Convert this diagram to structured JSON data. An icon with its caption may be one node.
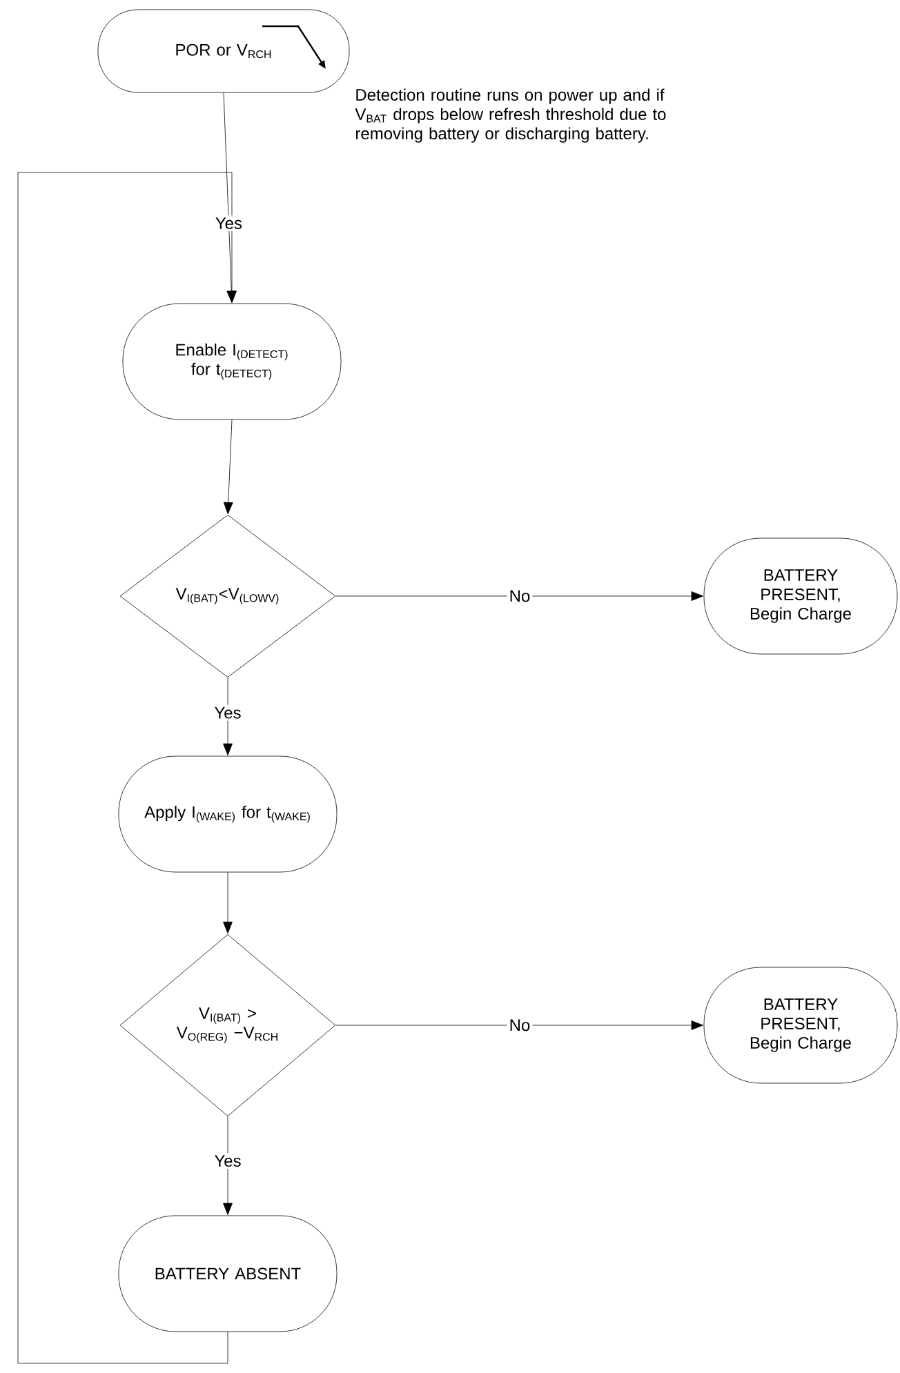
{
  "diagram": {
    "nodes": [
      {
        "text": [
          "POR or V$_{RCH}$"
        ]
      },
      {
        "text": [
          "Enable I$_{(DETECT)}$ for t$_{(DETECT)}$"
        ]
      },
      {
        "text": [
          "V$_{I(BAT)}$<V$_{(LOWV)}$"
        ]
      },
      {
        "text": [
          "BATTERY PRESENT, Begin Charge"
        ]
      },
      {
        "text": [
          "Apply I$_{(WAKE)}$ for t$_{(WAKE)}$"
        ]
      },
      {
        "text": [
          "V$_{I(BAT)}$ > V$_{O(REG)}$ −V$_{RCH}$"
        ]
      },
      {
        "text": [
          "BATTERY PRESENT, Begin Charge"
        ]
      },
      {
        "text": [
          "BATTERY ABSENT"
        ]
      }
    ],
    "edges": [
      {
        "from": 0,
        "to": 1,
        "arrow": "to",
        "label": "Yes"
      },
      {
        "from": 1,
        "to": 2,
        "arrow": "to"
      },
      {
        "from": 2,
        "to": 3,
        "arrow": "to",
        "label": "No"
      },
      {
        "from": 2,
        "to": 4,
        "arrow": "to",
        "label": "Yes"
      },
      {
        "from": 4,
        "to": 5,
        "arrow": "to"
      },
      {
        "from": 5,
        "to": 6,
        "arrow": "to",
        "label": "No"
      },
      {
        "from": 5,
        "to": 7,
        "arrow": "to",
        "label": "Yes"
      },
      {
        "from": 7,
        "to": 1,
        "arrow": "to"
      }
    ],
    "labels": [
      "Detection routine runs on power up and if V$_{BAT}$ drops below refresh threshold due to removing battery or discharging battery."
    ]
  }
}
